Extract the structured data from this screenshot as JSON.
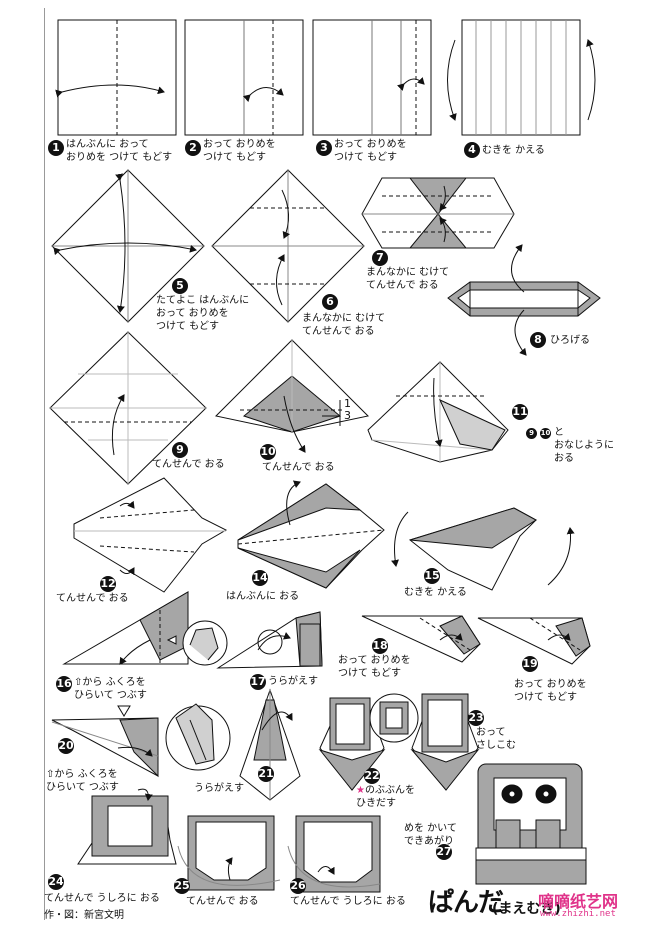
{
  "steps": [
    {
      "n": "1",
      "text": "はんぶんに おって\nおりめを つけて もどす"
    },
    {
      "n": "2",
      "text": "おって おりめを\nつけて もどす"
    },
    {
      "n": "3",
      "text": "おって おりめを\nつけて もどす"
    },
    {
      "n": "4",
      "text": "むきを かえる"
    },
    {
      "n": "5",
      "text": "たてよこ はんぶんに\nおって おりめを\nつけて もどす"
    },
    {
      "n": "6",
      "text": "まんなかに むけて\nてんせんで おる"
    },
    {
      "n": "7",
      "text": "まんなかに むけて\nてんせんで おる"
    },
    {
      "n": "8",
      "text": "ひろげる"
    },
    {
      "n": "9",
      "text": "てんせんで おる"
    },
    {
      "n": "10",
      "text": "てんせんで おる"
    },
    {
      "n": "11",
      "text": "と\nおなじように\nおる"
    },
    {
      "n": "12",
      "text": "てんせんで おる"
    },
    {
      "n": "14",
      "text": "はんぶんに おる"
    },
    {
      "n": "15",
      "text": "むきを かえる"
    },
    {
      "n": "16",
      "text": "から ふくろを\nひらいて つぶす"
    },
    {
      "n": "17",
      "text": "うらがえす"
    },
    {
      "n": "18",
      "text": "おって おりめを\nつけて もどす"
    },
    {
      "n": "19",
      "text": "おって おりめを\nつけて もどす"
    },
    {
      "n": "20",
      "text": "から ふくろを\nひらいて つぶす"
    },
    {
      "n": "21",
      "text": "うらがえす"
    },
    {
      "n": "22",
      "text": "のぶぶんを\nひきだす"
    },
    {
      "n": "23",
      "text": "おって\nさしこむ"
    },
    {
      "n": "24",
      "text": "てんせんで うしろに おる"
    },
    {
      "n": "25",
      "text": "てんせんで おる"
    },
    {
      "n": "26",
      "text": "てんせんで うしろに おる"
    },
    {
      "n": "27",
      "text": "めを かいて\nできあがり"
    }
  ],
  "ref_nums": {
    "a": "9",
    "b": "10",
    "c": "16",
    "d": "20"
  },
  "fraction": {
    "top": "1",
    "bottom": "3"
  },
  "star": "★",
  "credit": "作・図：新宮文明",
  "title": "ぱんだ",
  "subtitle": "(まえむき)",
  "watermark": "嘀嘀纸艺网",
  "watermark_url": "www.zhizhi.net",
  "colors": {
    "fill": "#a6a6a6",
    "ink": "#111111",
    "star": "#e0338a"
  }
}
